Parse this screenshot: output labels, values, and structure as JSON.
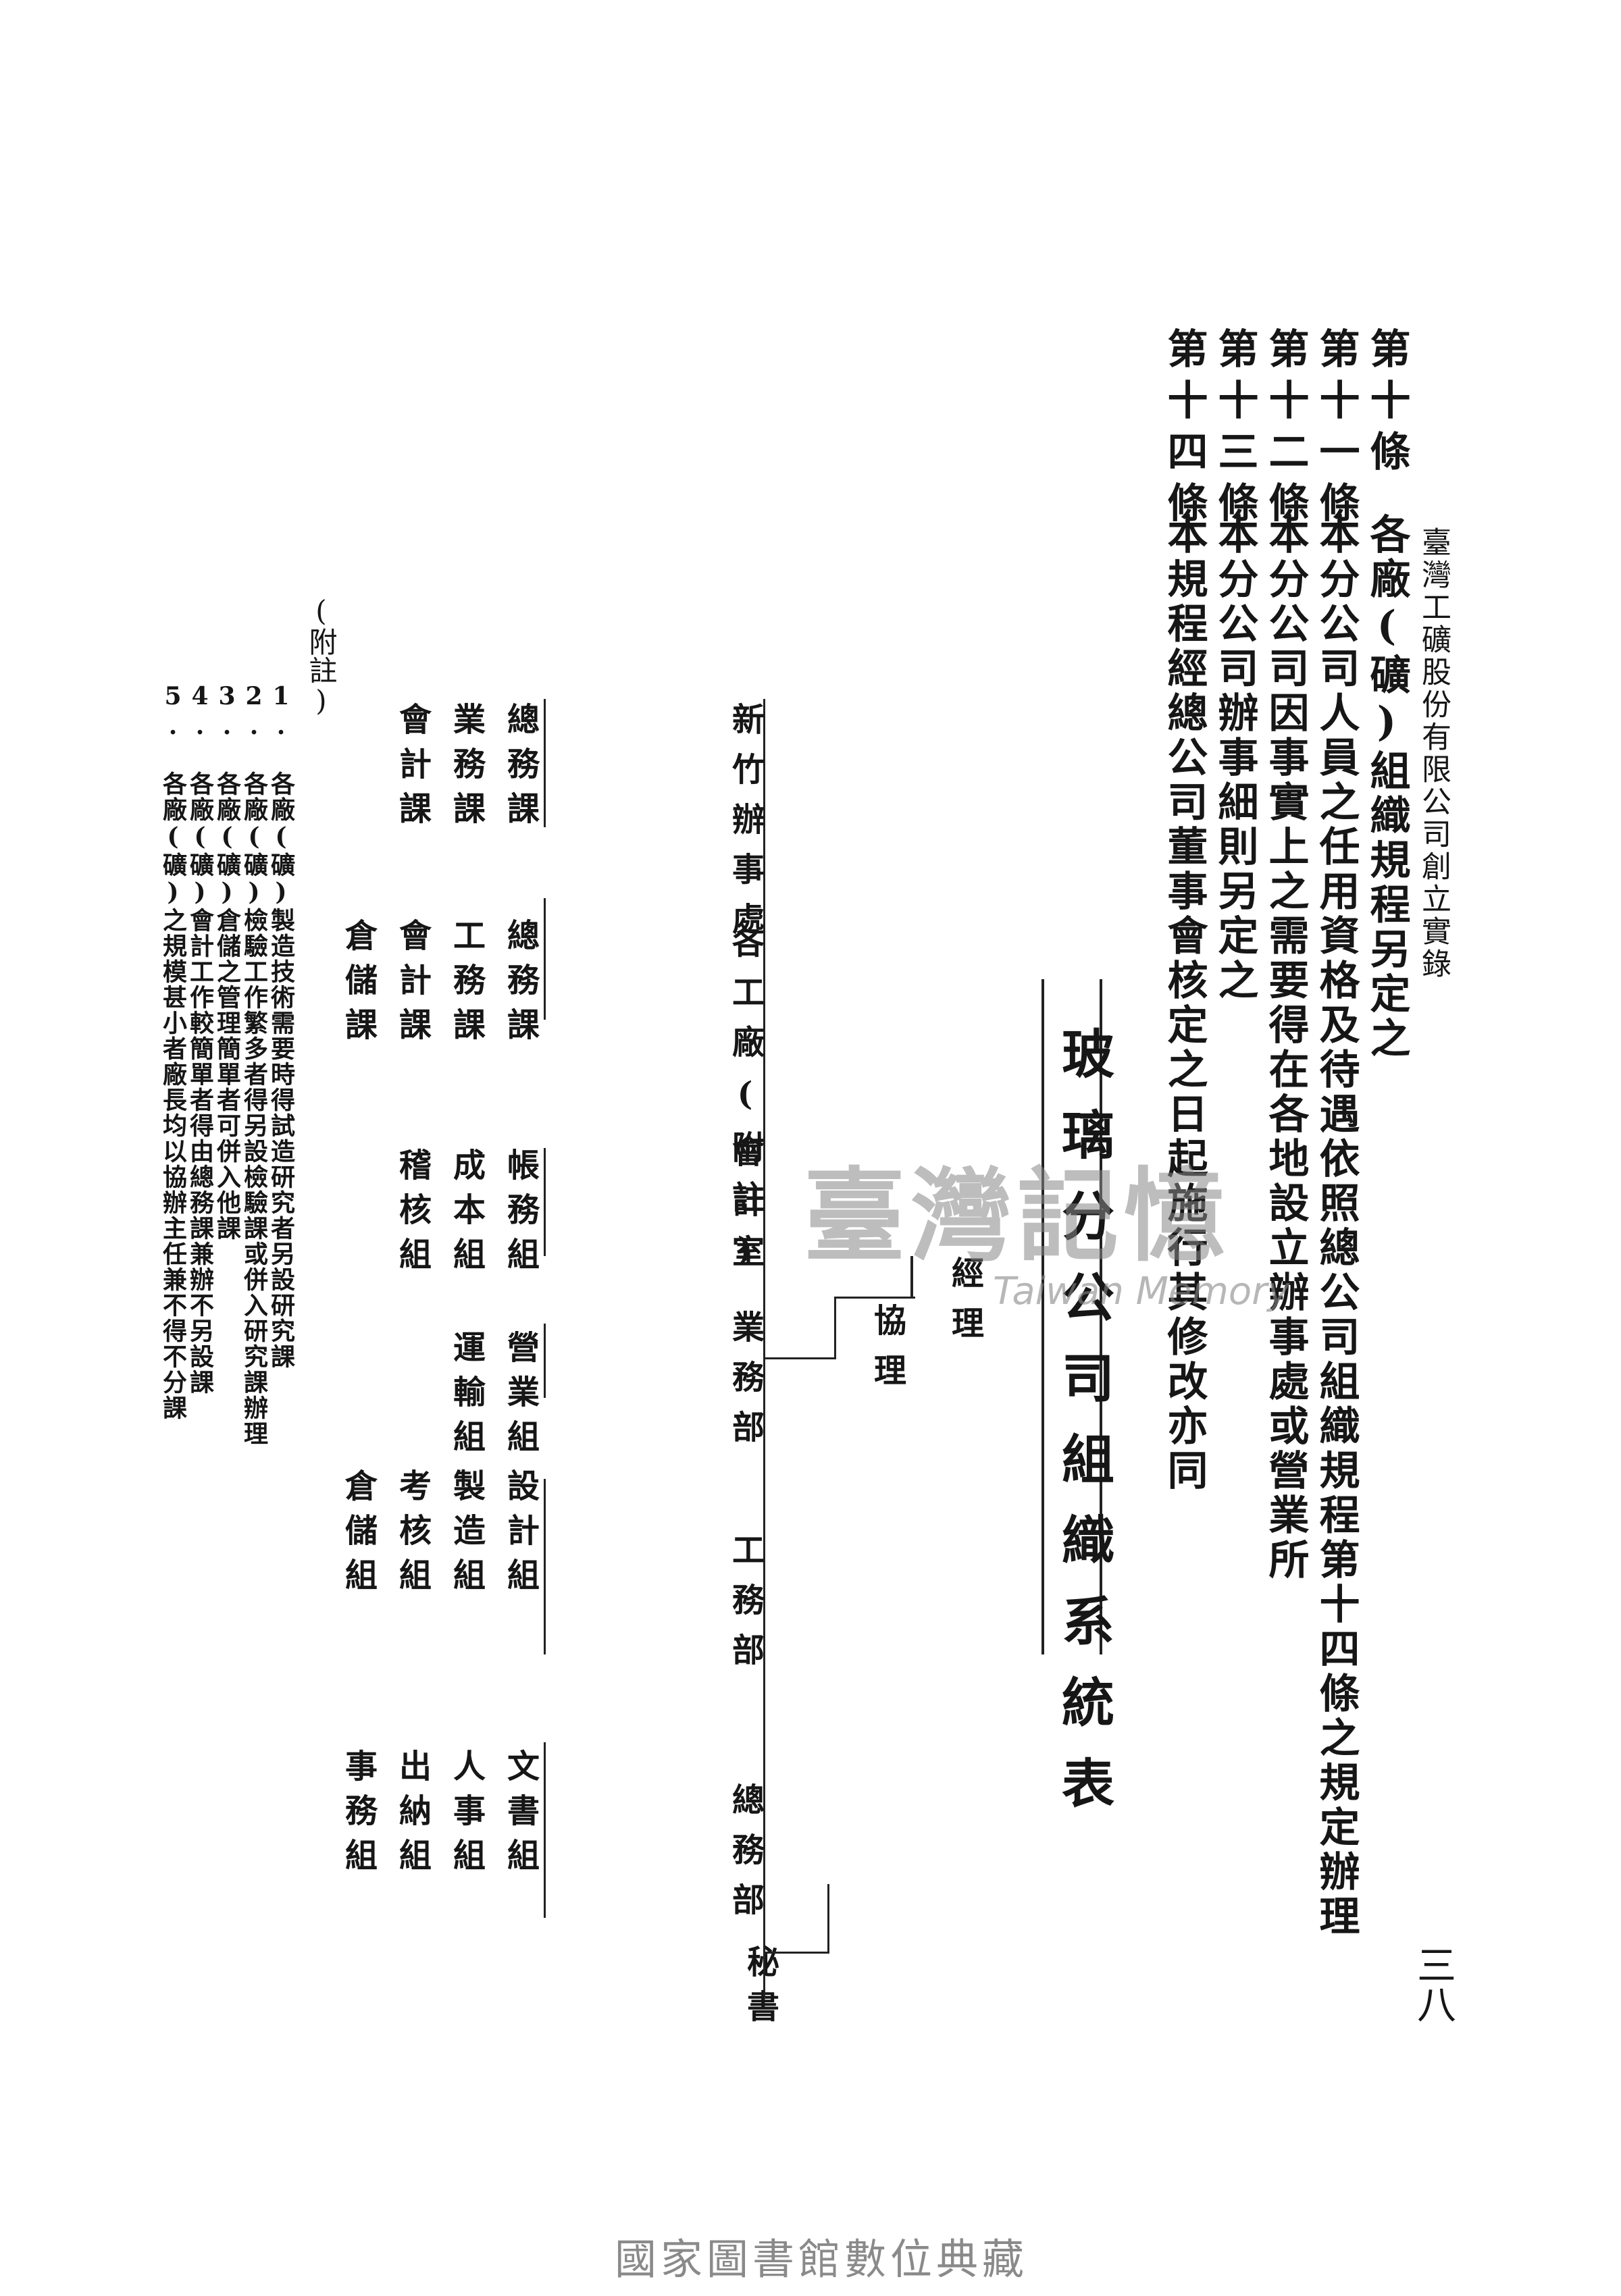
{
  "header": {
    "running_title": "臺灣工礦股份有限公司創立實錄",
    "page_number": "三八"
  },
  "articles": [
    {
      "label": "第十條",
      "text": "各廠(礦)組織規程另定之"
    },
    {
      "label": "第十一條",
      "text": "本分公司人員之任用資格及待遇依照總公司組織規程第十四條之規定辦理"
    },
    {
      "label": "第十二條",
      "text": "本分公司因事實上之需要得在各地設立辦事處或營業所"
    },
    {
      "label": "第十三條",
      "text": "本分公司辦事細則另定之"
    },
    {
      "label": "第十四條",
      "text": "本規程經總公司董事會核定之日起施行其修改亦同"
    }
  ],
  "chart": {
    "title": "玻璃分公司組織系統表",
    "manager": "經理",
    "deputy": "協理",
    "secretary": "秘書",
    "departments": [
      {
        "name": "總務部",
        "units": [
          "文書組",
          "人事組",
          "出納組",
          "事務組"
        ]
      },
      {
        "name": "工務部",
        "units": [
          "設計組",
          "製造組",
          "考核組",
          "倉儲組"
        ]
      },
      {
        "name": "業務部",
        "units": [
          "營業組",
          "運輸組"
        ]
      },
      {
        "name": "會計室",
        "units": [
          "帳務組",
          "成本組",
          "稽核組"
        ]
      },
      {
        "name": "各工廠(附註)",
        "units": [
          "總務課",
          "工務課",
          "會計課",
          "倉儲課"
        ]
      },
      {
        "name": "新竹辦事處",
        "units": [
          "總務課",
          "業務課",
          "會計課"
        ]
      }
    ],
    "plant_cols": {
      "col1": [
        "總務課",
        "工務課",
        "會計課",
        "倉儲課"
      ],
      "col2": [
        "總務課",
        "業務課",
        "會計課"
      ]
    }
  },
  "notes": {
    "label": "(附註)",
    "items": [
      "1. 各廠(礦)製造技術需要時得試造研究者另設研究課",
      "2. 各廠(礦)檢驗工作繁多者得另設檢驗課或併入研究課辦理",
      "3. 各廠(礦)倉儲之管理簡單者可併入他課",
      "4. 各廠(礦)會計工作較簡單者得由總務課兼辦不另設課",
      "5. 各廠(礦)之規模甚小者廠長均以協辦主任兼不得不分課"
    ]
  },
  "watermark": {
    "text": "臺灣記憶",
    "sub": "Taiwan Memory"
  },
  "footer": {
    "text": "國家圖書館數位典藏"
  }
}
